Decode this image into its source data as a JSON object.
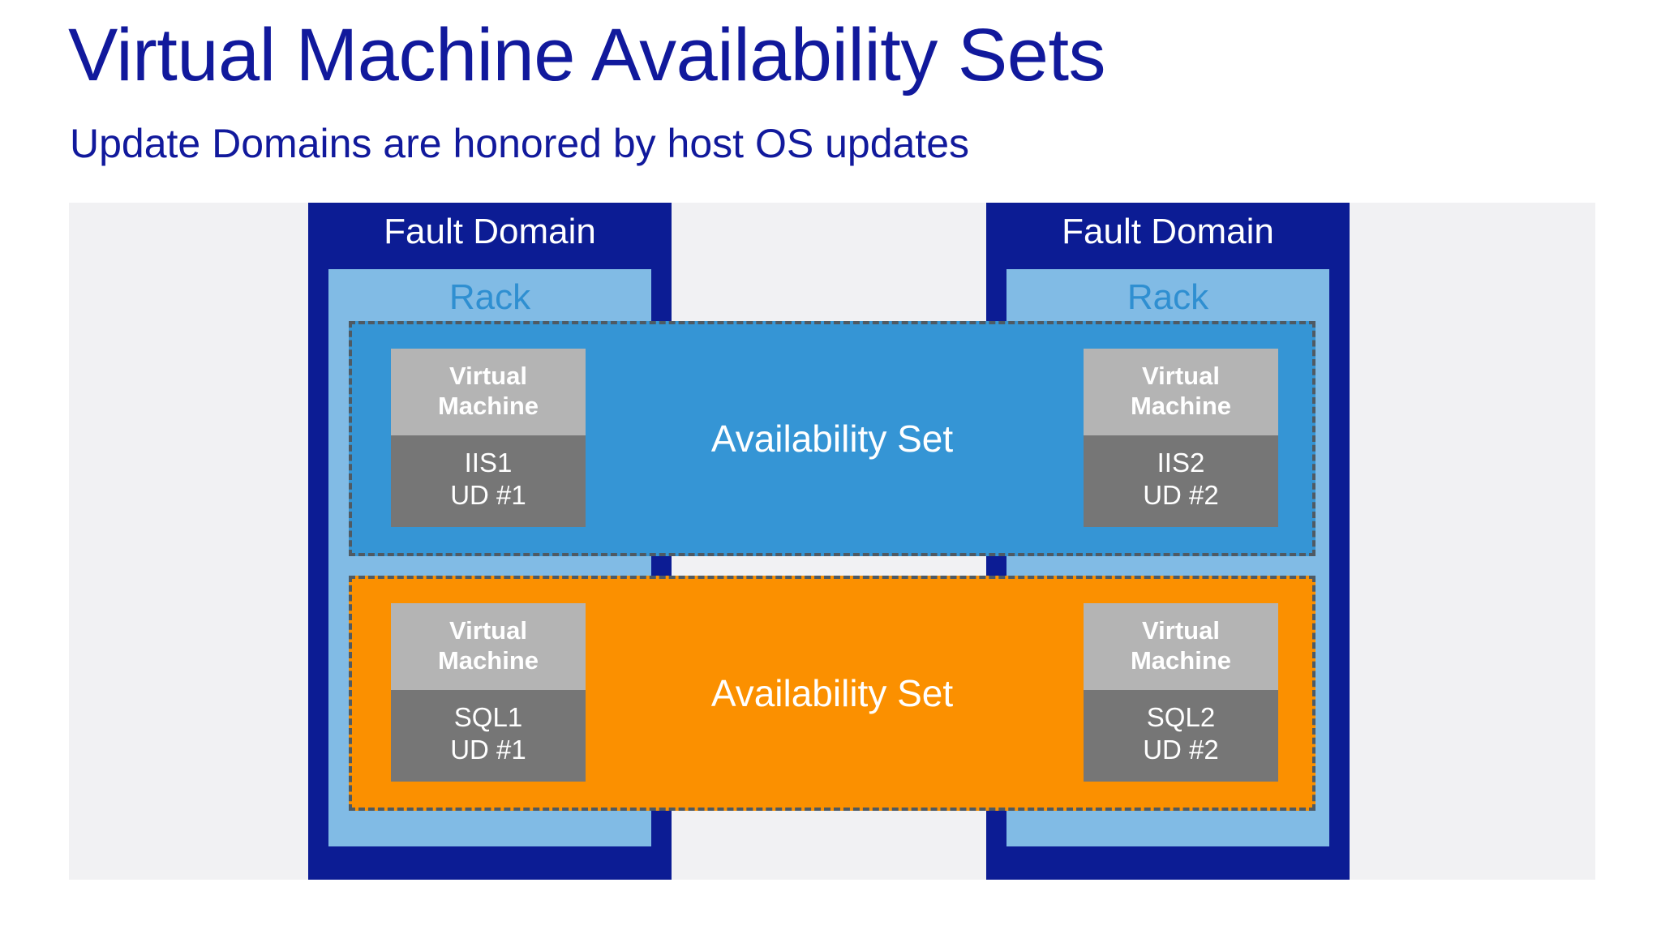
{
  "slide": {
    "title": "Virtual Machine Availability Sets",
    "subtitle": "Update Domains are honored by host OS updates"
  },
  "colors": {
    "heading_blue": "#11199c",
    "fault_domain_navy": "#0c1c94",
    "rack_light_blue": "#81bbe5",
    "rack_label_blue": "#2f8fd1",
    "availability_set_blue": "#3595d5",
    "availability_set_orange": "#fb9000",
    "vm_header_gray": "#b4b4b4",
    "vm_body_gray": "#767676",
    "canvas_gray": "#f1f1f3",
    "dash_border_gray": "#4f5a63"
  },
  "fault_domains": [
    {
      "label": "Fault Domain",
      "rack_label": "Rack"
    },
    {
      "label": "Fault Domain",
      "rack_label": "Rack"
    }
  ],
  "availability_sets": [
    {
      "label": "Availability Set",
      "color": "#3595d5",
      "vms": [
        {
          "header_line1": "Virtual",
          "header_line2": "Machine",
          "name": "IIS1",
          "update_domain": "UD #1"
        },
        {
          "header_line1": "Virtual",
          "header_line2": "Machine",
          "name": "IIS2",
          "update_domain": "UD #2"
        }
      ]
    },
    {
      "label": "Availability Set",
      "color": "#fb9000",
      "vms": [
        {
          "header_line1": "Virtual",
          "header_line2": "Machine",
          "name": "SQL1",
          "update_domain": "UD #1"
        },
        {
          "header_line1": "Virtual",
          "header_line2": "Machine",
          "name": "SQL2",
          "update_domain": "UD #2"
        }
      ]
    }
  ]
}
